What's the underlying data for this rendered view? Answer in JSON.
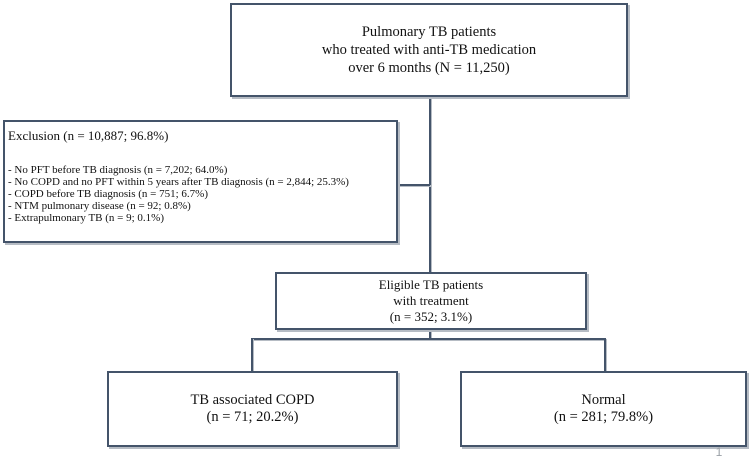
{
  "colors": {
    "border": "#44546a",
    "shadow": "#b6bcc4",
    "text": "#111111",
    "page_number": "#9aa0a6",
    "background": "#ffffff"
  },
  "page": {
    "page_number": "1"
  },
  "flowchart": {
    "top_box": {
      "lines": [
        "Pulmonary TB patients",
        "who treated with anti-TB medication",
        "over 6 months (N = 11,250)"
      ]
    },
    "exclusion_box": {
      "title": "Exclusion (n = 10,887; 96.8%)",
      "items": [
        "- No PFT before TB diagnosis (n = 7,202; 64.0%)",
        "- No COPD and no PFT within 5 years after TB diagnosis (n = 2,844; 25.3%)",
        "- COPD before TB diagnosis (n = 751; 6.7%)",
        "- NTM pulmonary disease (n = 92; 0.8%)",
        "- Extrapulmonary TB (n = 9; 0.1%)"
      ]
    },
    "eligible_box": {
      "lines": [
        "Eligible TB patients",
        "with treatment",
        "(n = 352; 3.1%)"
      ]
    },
    "copd_box": {
      "lines": [
        "TB associated COPD",
        "(n = 71; 20.2%)"
      ]
    },
    "normal_box": {
      "lines": [
        "Normal",
        "(n = 281; 79.8%)"
      ]
    }
  }
}
